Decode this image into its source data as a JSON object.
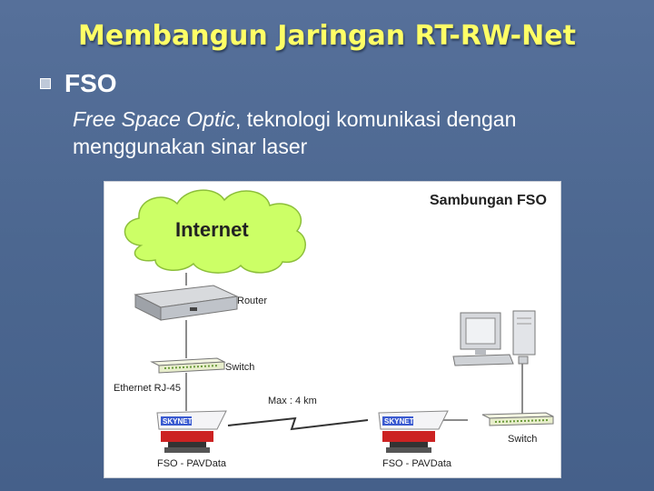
{
  "slide": {
    "title": "Membangun Jaringan RT-RW-Net",
    "bullet": "FSO",
    "description_italic": "Free Space Optic",
    "description_rest": ", teknologi komunikasi dengan menggunakan sinar laser"
  },
  "diagram": {
    "title": "Sambungan FSO",
    "cloud_label": "Internet",
    "router_label": "Router",
    "switch_left_label": "Switch",
    "ethernet_label": "Ethernet RJ-45",
    "distance_label": "Max : 4 km",
    "fso_left_label": "FSO - PAVData",
    "fso_right_label": "FSO - PAVData",
    "switch_right_label": "Switch",
    "fso_logo_text": "SKYNET"
  },
  "colors": {
    "background": "#4c6790",
    "title": "#ffff66",
    "cloud": "#ccff66",
    "switch": "#e8eecc"
  }
}
